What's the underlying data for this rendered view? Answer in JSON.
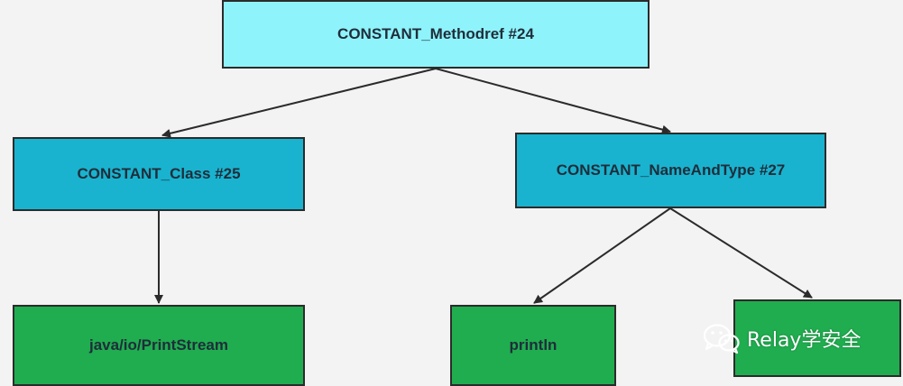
{
  "diagram": {
    "nodes": {
      "methodref": "CONSTANT_Methodref  #24",
      "class": "CONSTANT_Class  #25",
      "name_and_type": "CONSTANT_NameAndType  #27",
      "print_stream": "java/io/PrintStream",
      "println": "println",
      "descriptor": ""
    },
    "colors": {
      "root": "#8ff3fb",
      "mid": "#19b3cf",
      "leaf": "#20ad4f",
      "border": "#2b2b2b",
      "arrow": "#2b2b2b"
    }
  },
  "watermark": {
    "text": "Relay学安全",
    "icon": "wechat-icon"
  }
}
